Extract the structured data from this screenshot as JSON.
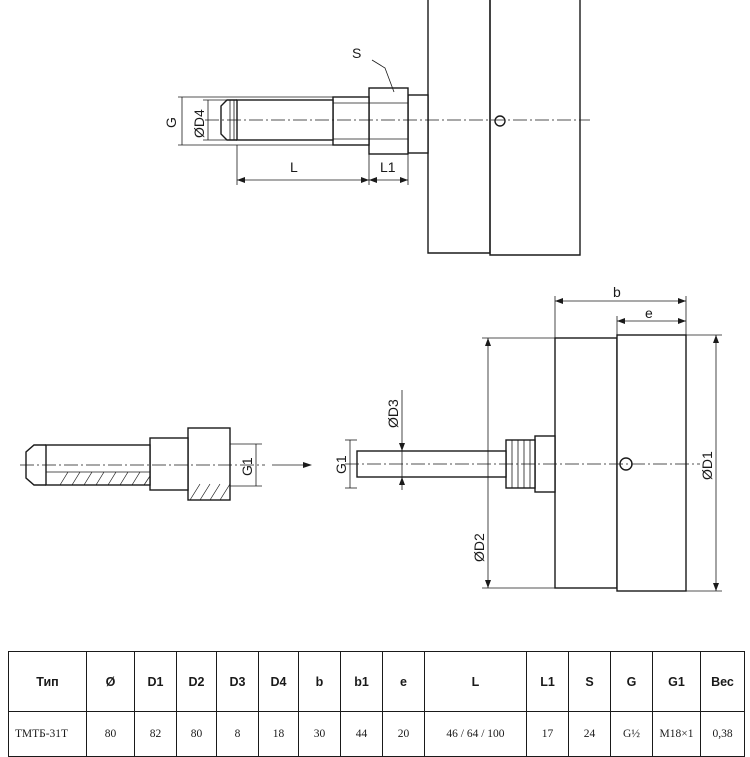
{
  "labels": {
    "S": "S",
    "G": "G",
    "D4": "ØD4",
    "L": "L",
    "L1": "L1",
    "b": "b",
    "e": "e",
    "D3": "ØD3",
    "G1_fitting": "G1",
    "G1_stem": "G1",
    "D2": "ØD2",
    "D1": "ØD1"
  },
  "table": {
    "headers": [
      "Тип",
      "Ø",
      "D1",
      "D2",
      "D3",
      "D4",
      "b",
      "b1",
      "e",
      "L",
      "L1",
      "S",
      "G",
      "G1",
      "Вес"
    ],
    "row": [
      "ТМТБ-31Т",
      "80",
      "82",
      "80",
      "8",
      "18",
      "30",
      "44",
      "20",
      "46 / 64 / 100",
      "17",
      "24",
      "G½",
      "M18×1",
      "0,38"
    ]
  }
}
